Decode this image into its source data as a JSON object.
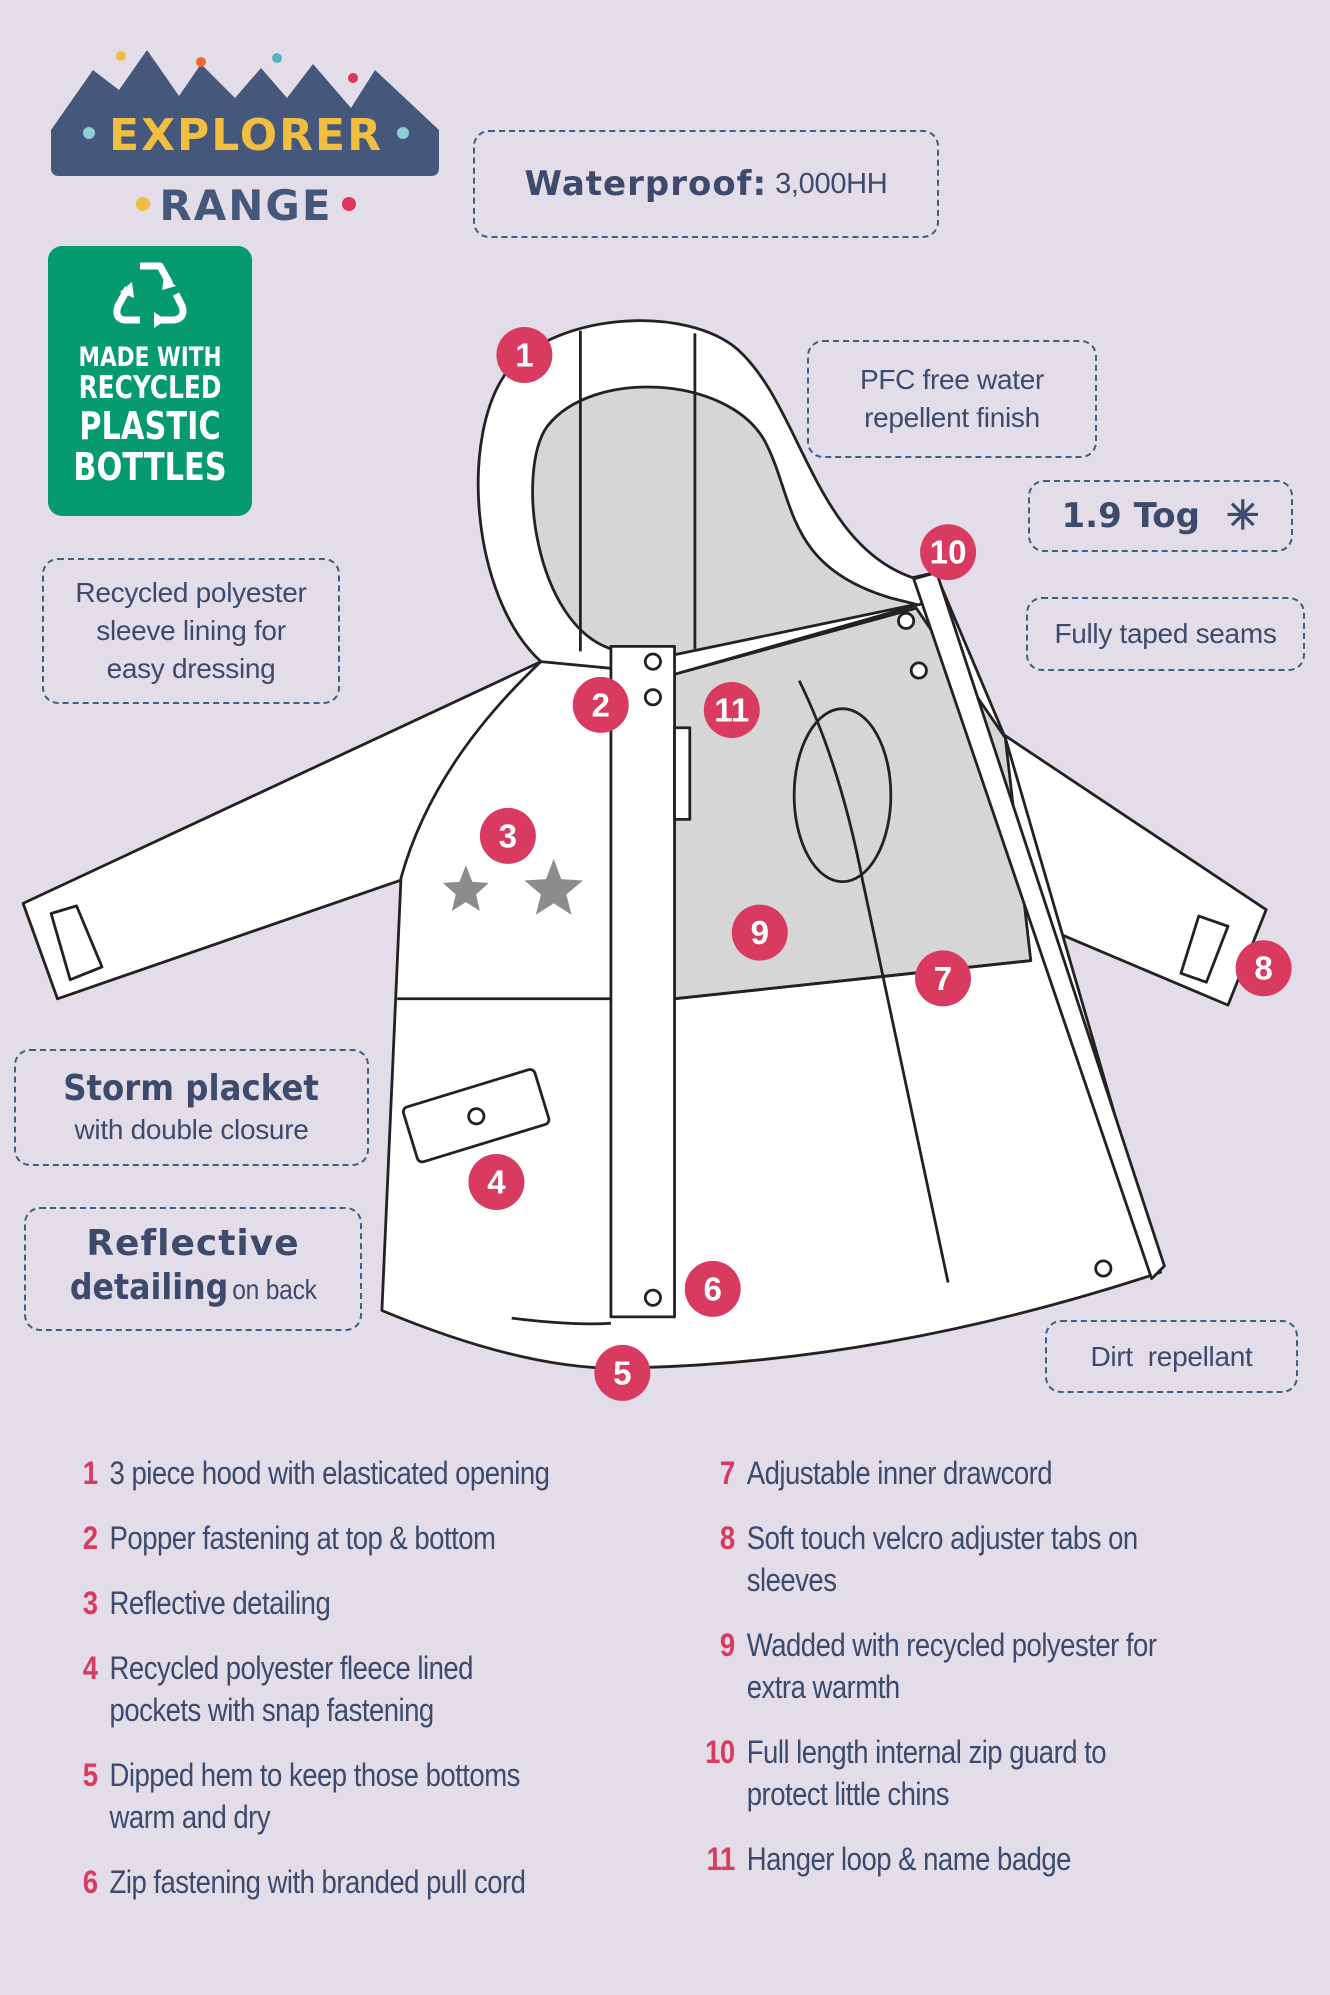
{
  "logo": {
    "line1": "EXPLORER",
    "line2": "RANGE"
  },
  "recycled_badge": {
    "icon": "recycle-icon",
    "lines": [
      "MADE WITH",
      "RECYCLED",
      "PLASTIC",
      "BOTTLES"
    ]
  },
  "callouts": {
    "waterproof": {
      "label": "Waterproof:",
      "value": "3,000HH"
    },
    "pfc": {
      "line1": "PFC free water",
      "line2": "repellent finish"
    },
    "tog": {
      "label": "1.9 Tog",
      "icon": "snowflake-icon"
    },
    "taped": "Fully taped seams",
    "lining": {
      "line1": "Recycled polyester",
      "line2": "sleeve lining for",
      "line3": "easy dressing"
    },
    "storm": {
      "title": "Storm placket",
      "sub": "with double closure"
    },
    "reflective": {
      "line1": "Reflective",
      "line2_bold": "detailing",
      "line2_rest": "on back"
    },
    "dirt": "Dirt  repellant"
  },
  "markers": [
    "1",
    "2",
    "3",
    "4",
    "5",
    "6",
    "7",
    "8",
    "9",
    "10",
    "11"
  ],
  "features_left": [
    {
      "num": "1",
      "lines": [
        "3 piece hood with elasticated opening"
      ]
    },
    {
      "num": "2",
      "lines": [
        "Popper fastening  at top & bottom"
      ]
    },
    {
      "num": "3",
      "lines": [
        "Reflective detailing"
      ]
    },
    {
      "num": "4",
      "lines": [
        "Recycled polyester fleece lined",
        "pockets with snap fastening"
      ]
    },
    {
      "num": "5",
      "lines": [
        "Dipped hem to keep those bottoms",
        "warm and dry"
      ]
    },
    {
      "num": "6",
      "lines": [
        "Zip fastening with branded pull cord"
      ]
    }
  ],
  "features_right": [
    {
      "num": "7",
      "lines": [
        "Adjustable inner drawcord"
      ]
    },
    {
      "num": "8",
      "lines": [
        "Soft touch velcro adjuster tabs on",
        "sleeves"
      ]
    },
    {
      "num": "9",
      "lines": [
        "Wadded with recycled polyester for",
        "extra warmth"
      ]
    },
    {
      "num": "10",
      "lines": [
        "Full length internal zip guard to",
        "protect little chins"
      ]
    },
    {
      "num": "11",
      "lines": [
        "Hanger loop & name badge"
      ]
    }
  ],
  "colors": {
    "background": "#e2dde8",
    "navy": "#3d4a6b",
    "accent": "#d93a5f",
    "green": "#069b6f"
  }
}
